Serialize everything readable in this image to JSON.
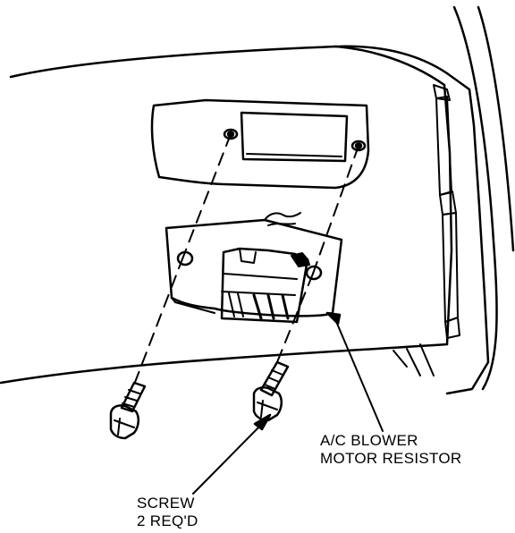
{
  "labels": {
    "resistor_line1": "A/C BLOWER",
    "resistor_line2": "MOTOR RESISTOR",
    "screw_line1": "SCREW",
    "screw_line2": "2 REQ'D"
  },
  "colors": {
    "ink": "#000000",
    "paper": "#ffffff"
  }
}
